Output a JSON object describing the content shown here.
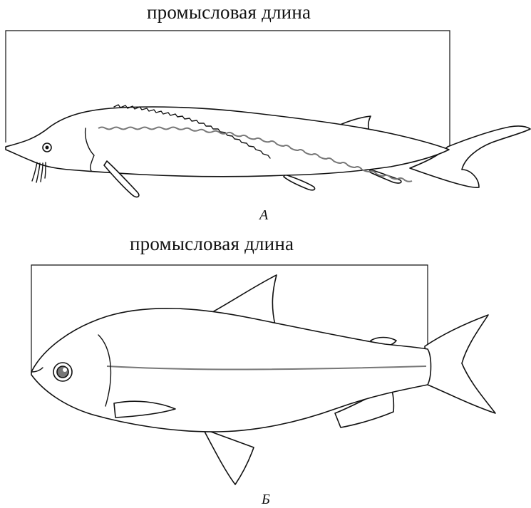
{
  "panel_a": {
    "measure_label": "промысловая длина",
    "panel_letter": "А"
  },
  "panel_b": {
    "measure_label": "промысловая длина",
    "panel_letter": "Б"
  },
  "colors": {
    "outline": "#111111",
    "lateral_line": "#777777",
    "background": "#ffffff"
  }
}
